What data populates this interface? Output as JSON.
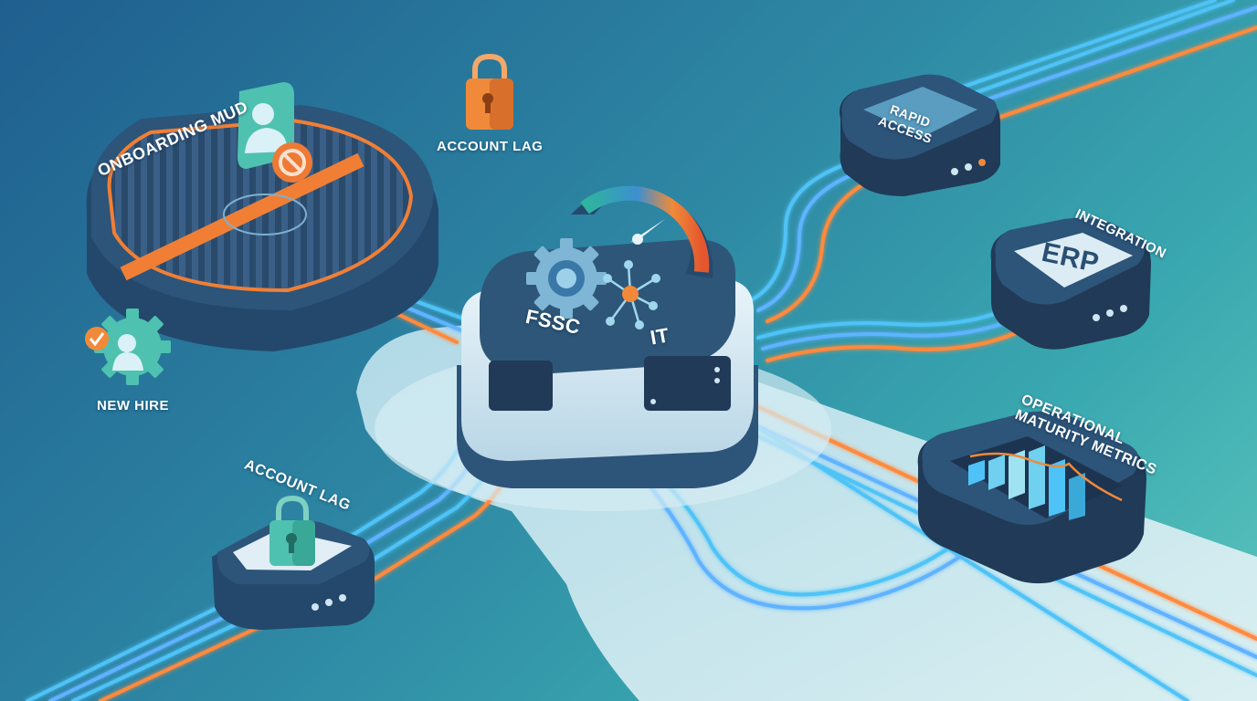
{
  "labels": {
    "onboarding_mud": "ONBOARDING MUD",
    "account_lag_top": "ACCOUNT LAG",
    "account_lag_bottom": "ACCOUNT LAG",
    "new_hire": "NEW HIRE",
    "hub_left": "FSSC",
    "hub_right": "IT",
    "rapid_access": "RAPID\nACCESS",
    "erp": "ERP",
    "integration": "INTEGRATION",
    "operational_maturity_metrics": "OPERATIONAL\nMATURITY METRICS"
  },
  "colors": {
    "cable_blue": "#4fc3f7",
    "cable_orange": "#ff8a3d",
    "module_dark": "#2b4f73",
    "module_top": "#1f3f60",
    "lock_orange": "#f08a3a",
    "lock_teal": "#4fc1b0"
  },
  "icons": [
    "lock-icon",
    "gear-icon",
    "person-icon",
    "network-icon",
    "gauge-icon",
    "bar-chart-icon",
    "checkmark-icon",
    "no-entry-icon"
  ]
}
